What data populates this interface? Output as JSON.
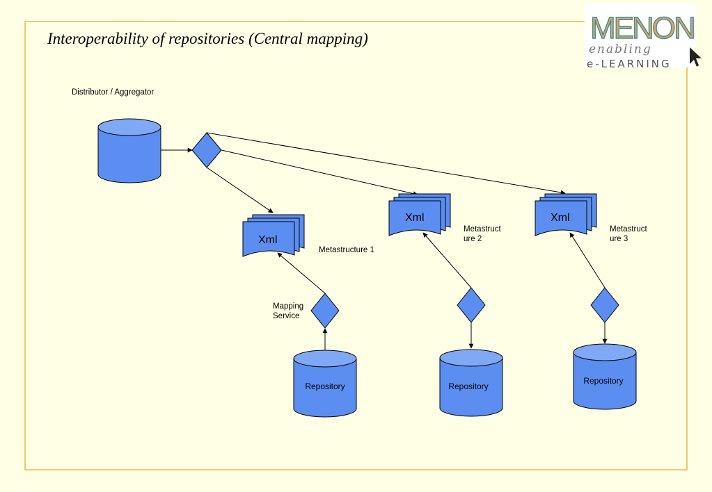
{
  "slide": {
    "title": "Interoperability of  repositories (Central mapping)"
  },
  "logo": {
    "wordmark": "MENON",
    "script": "enabling",
    "sub": "e-LEARNING"
  },
  "diagram": {
    "distributor_label": "Distributor / Aggregator",
    "mapping_service_label": [
      "Mapping",
      "Service"
    ],
    "xml_label": "Xml",
    "metastructures": [
      [
        "Metastructure 1"
      ],
      [
        "Metastruct",
        "ure 2"
      ],
      [
        "Metastruct",
        "ure 3"
      ]
    ],
    "repository_label": "Repository"
  },
  "colors": {
    "shape_fill": "#5b8ef0",
    "shape_top": "#7fa8f5",
    "frame": "#f0a830",
    "background": "#ffffe6"
  }
}
